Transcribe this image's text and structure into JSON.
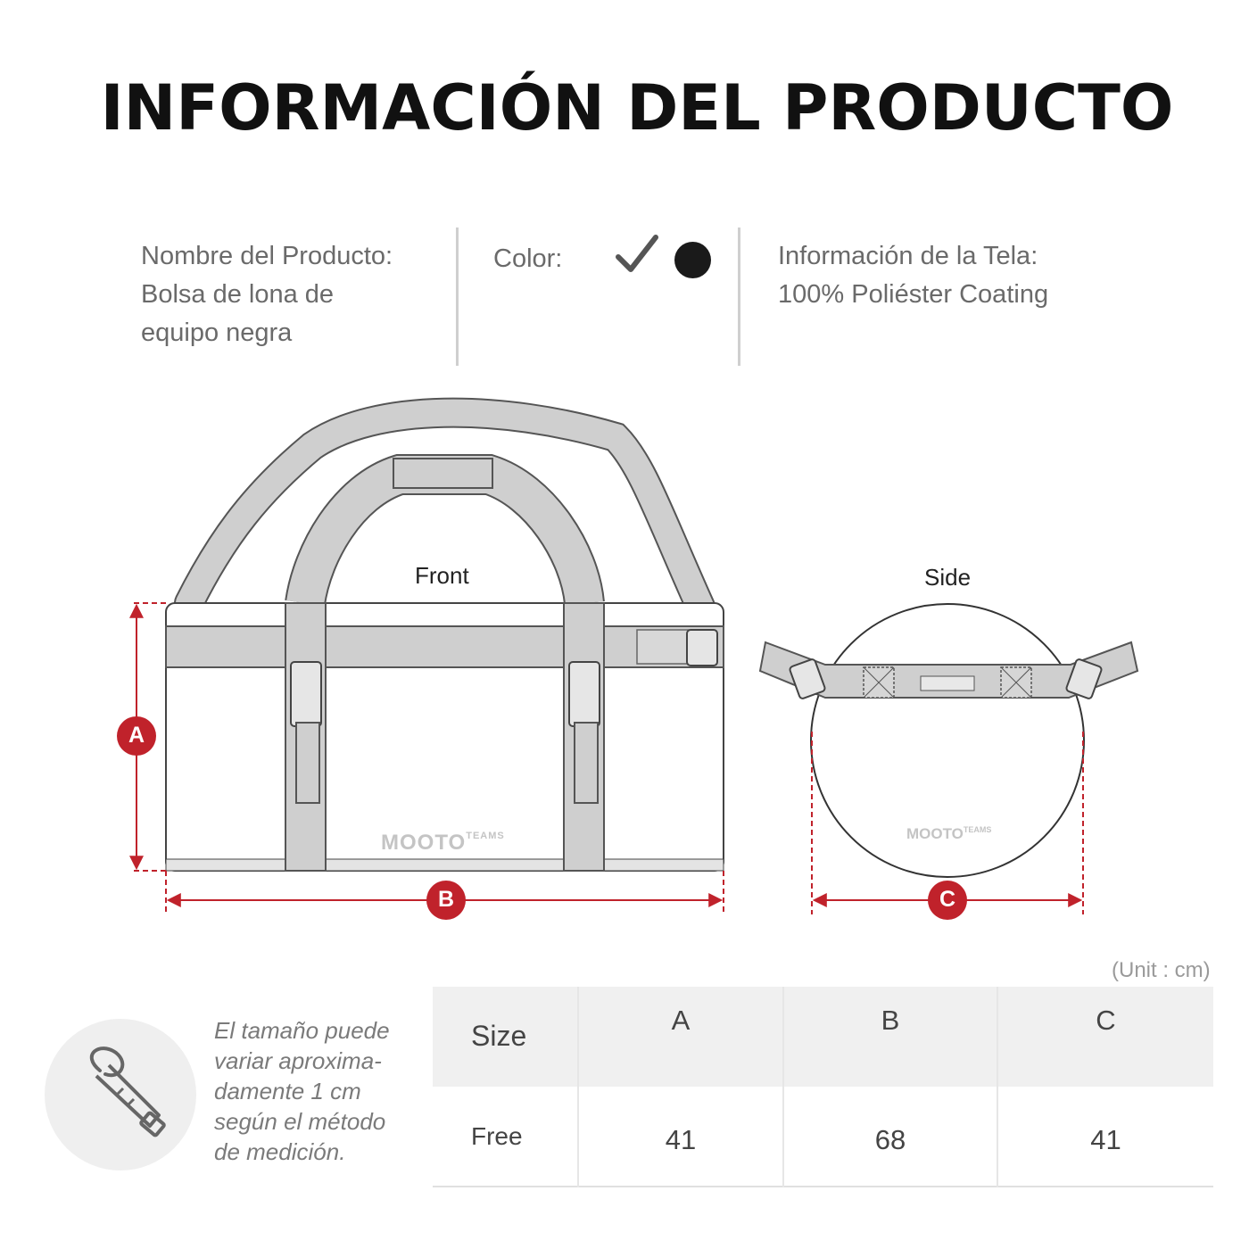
{
  "title": "INFORMACIÓN DEL PRODUCTO",
  "product": {
    "name_label": "Nombre del Producto:",
    "name_line1": "Bolsa de lona de",
    "name_line2": "equipo negra",
    "color_label": "Color:",
    "color_value": "#1a1a1a",
    "fabric_label": "Información de la Tela:",
    "fabric_value": "100% Poliéster Coating"
  },
  "diagram": {
    "front_label": "Front",
    "side_label": "Side",
    "brand": "MOOTO",
    "brand_sub": "TEAMS",
    "dim_a": "A",
    "dim_b": "B",
    "dim_c": "C",
    "accent": "#c0222b"
  },
  "table": {
    "unit": "(Unit : cm)",
    "size_header": "Size",
    "columns": [
      "A",
      "B",
      "C"
    ],
    "row_label": "Free",
    "values": [
      "41",
      "68",
      "41"
    ]
  },
  "note": {
    "line1": "El tamaño puede",
    "line2": "variar aproxima-",
    "line3": "damente 1 cm",
    "line4": "según el método",
    "line5": "de medición."
  }
}
